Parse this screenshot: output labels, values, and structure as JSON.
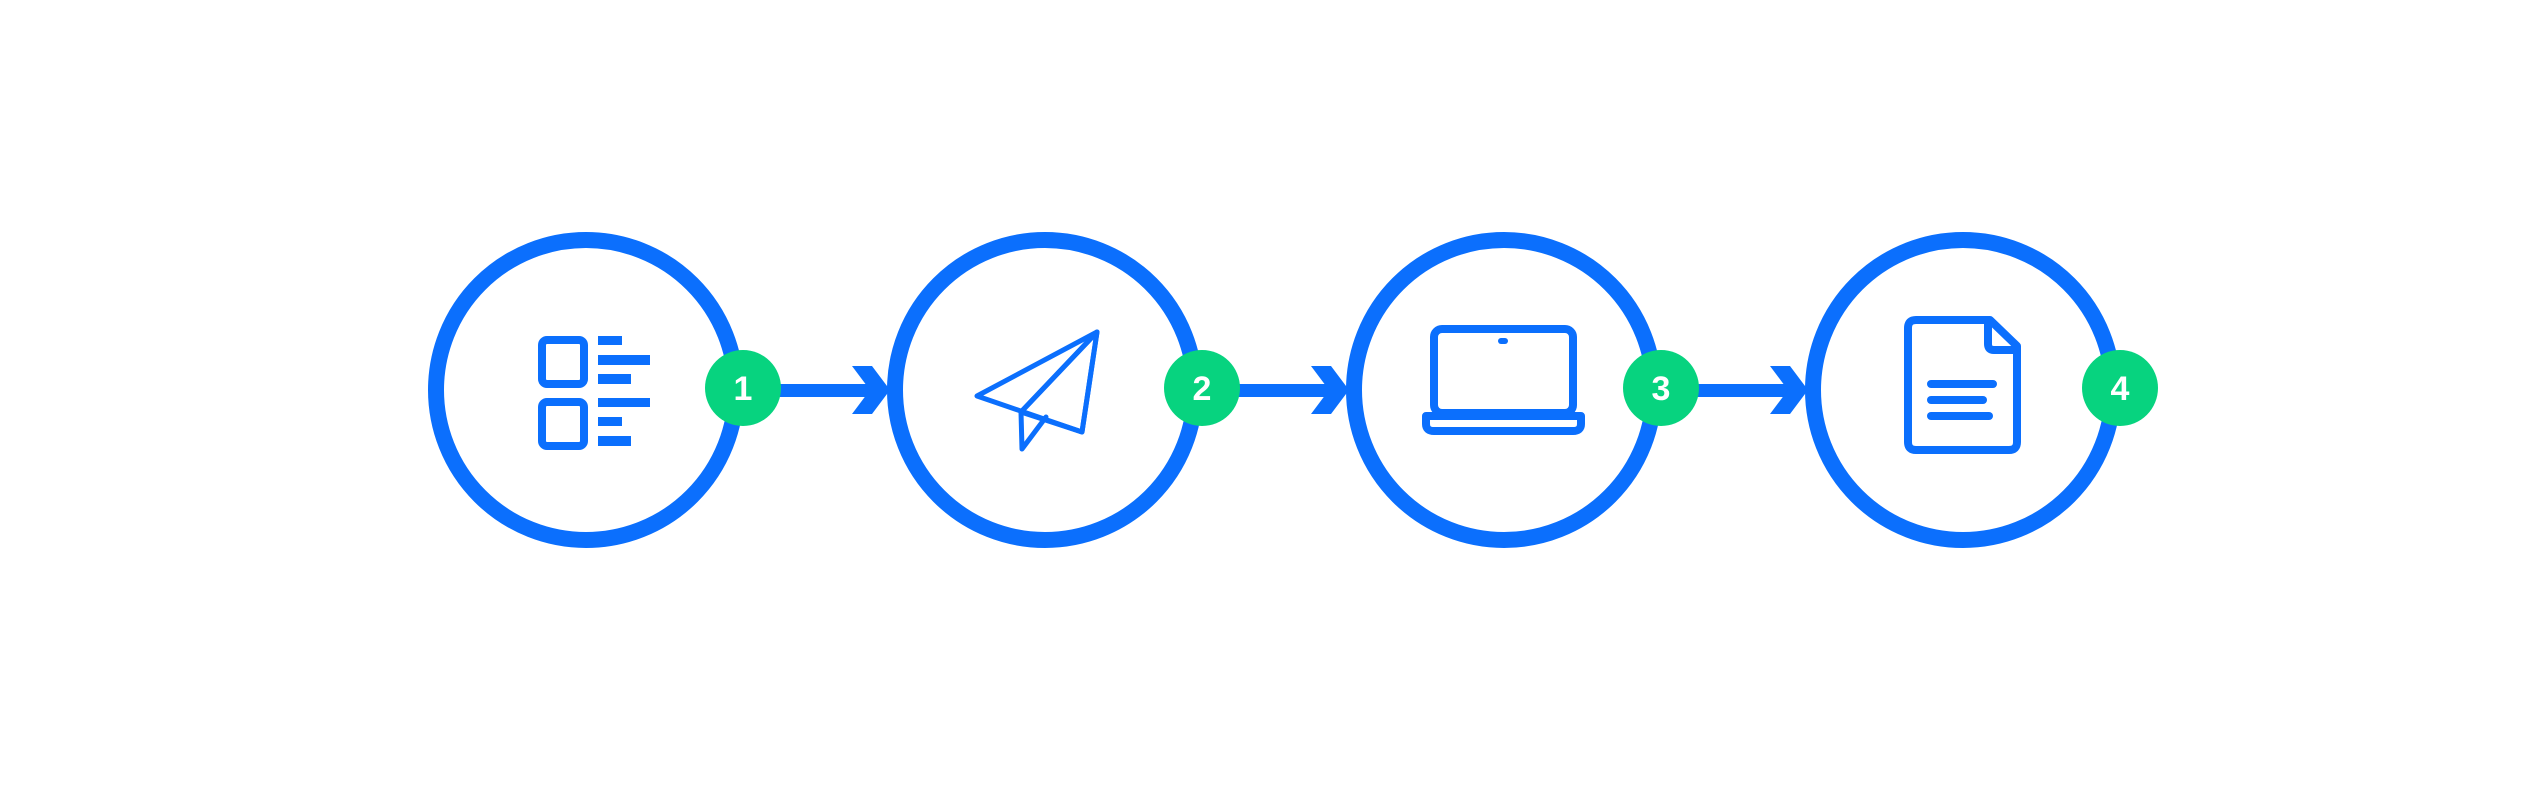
{
  "colors": {
    "ring": "#0b6ffd",
    "badge": "#07d37f",
    "badge_text": "#ffffff"
  },
  "steps": [
    {
      "number": "1",
      "icon": "list-icon"
    },
    {
      "number": "2",
      "icon": "paper-plane-icon"
    },
    {
      "number": "3",
      "icon": "laptop-icon"
    },
    {
      "number": "4",
      "icon": "document-icon"
    }
  ]
}
